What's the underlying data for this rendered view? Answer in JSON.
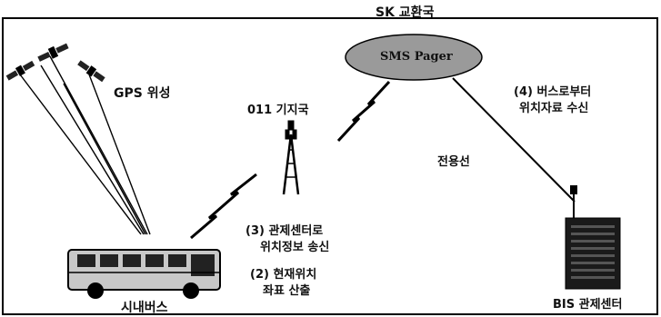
{
  "diagram": {
    "sk_exchange": "SK 교환국",
    "sms_pager": "SMS  Pager",
    "gps_satellite": "GPS 위성",
    "base_station": "011 기지국",
    "bus_location_receive": [
      "(4) 버스로부터",
      "위치자료 수신"
    ],
    "dedicated_line": "전용선",
    "transmit_to_center": [
      "(3) 관제센터로",
      "위치정보 송신"
    ],
    "compute_position": [
      "(2) 현재위치",
      "좌표 산출"
    ],
    "city_bus": "시내버스",
    "bis_center": "BIS 관제센터"
  }
}
